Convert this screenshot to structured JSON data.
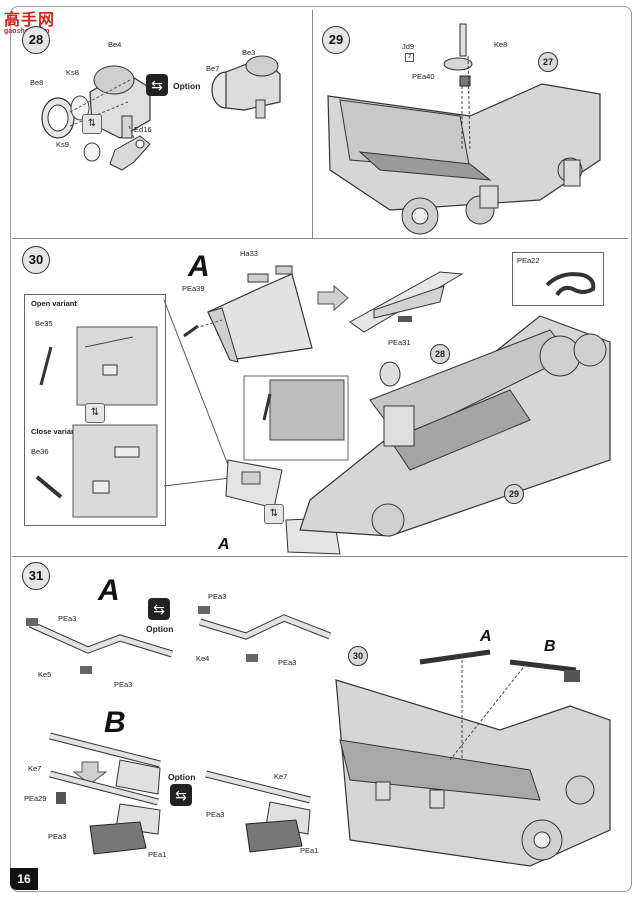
{
  "watermark": {
    "title": "高手网",
    "url": "gaoshou.com"
  },
  "page_number": "16",
  "option_label": "Option",
  "steps": {
    "s28": {
      "number": "28",
      "parts": {
        "be4": "Be4",
        "be8": "Be8",
        "ks8": "Ks8",
        "ks9": "Ks9",
        "ed16": "Ed16",
        "be7": "Be7",
        "be3": "Be3"
      }
    },
    "s29": {
      "number": "29",
      "parts": {
        "ke8": "Ke8",
        "jd9": "Jd9",
        "jd9_qty": "2",
        "pea40": "PEa40"
      },
      "ref": "27"
    },
    "s30": {
      "number": "30",
      "letter": "A",
      "parts": {
        "ha33": "Ha33",
        "pea39": "PEa39",
        "pea31": "PEa31",
        "pea22": "PEa22",
        "be35": "Be35",
        "be36": "Be36"
      },
      "variants": {
        "open": "Open variant",
        "close": "Close variant"
      },
      "refs": {
        "r28": "28",
        "r29": "29"
      },
      "callout_letter": "A"
    },
    "s31": {
      "number": "31",
      "section_a": "A",
      "section_b": "B",
      "parts": {
        "pea3": "PEa3",
        "ke5": "Ke5",
        "ke4": "Ke4",
        "ke7": "Ke7",
        "pea29": "PEa29",
        "pea1": "PEa1"
      },
      "ref": "30",
      "diagram_labels": {
        "a": "A",
        "b": "B"
      }
    }
  },
  "colors": {
    "accent": "#111111",
    "part_gray": "#d9d9d9",
    "line": "#8a8a8a"
  }
}
